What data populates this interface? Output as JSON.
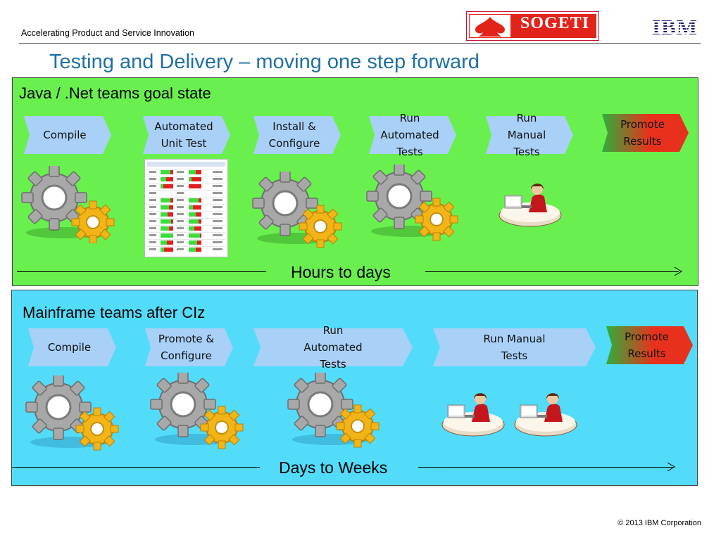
{
  "header": {
    "tagline": "Accelerating Product and Service Innovation",
    "title": "Testing and Delivery – moving one step forward",
    "logos": {
      "sogeti": "Sogeti",
      "ibm": "IBM"
    }
  },
  "java_panel": {
    "title": "Java / .Net teams goal state",
    "steps": [
      "Compile",
      "Automated Unit Test",
      "Install & Configure",
      "Run Automated Tests",
      "Run Manual Tests",
      "Promote Results"
    ],
    "timeline": "Hours to days"
  },
  "mainframe_panel": {
    "title": "Mainframe teams after CIz",
    "steps": [
      "Compile",
      "Promote & Configure",
      "Run Automated Tests",
      "Run Manual Tests",
      "Promote Results"
    ],
    "timeline": "Days to Weeks"
  },
  "footer": {
    "copyright": "© 2013 IBM Corporation"
  },
  "colors": {
    "title_blue": "#1f6fa6",
    "green_panel": "#69f04f",
    "blue_panel": "#52dcfa",
    "chevron_blue": "#a9d0f7",
    "promote_red": "#e8311d",
    "promote_green": "#2fae3a",
    "gear_gray": "#9a9a9a",
    "gear_gold": "#f2b417",
    "sogeti_red": "#e2231a"
  },
  "icons": [
    "gear-icon",
    "person-at-computer-icon",
    "spreadsheet-icon",
    "spade-icon"
  ]
}
